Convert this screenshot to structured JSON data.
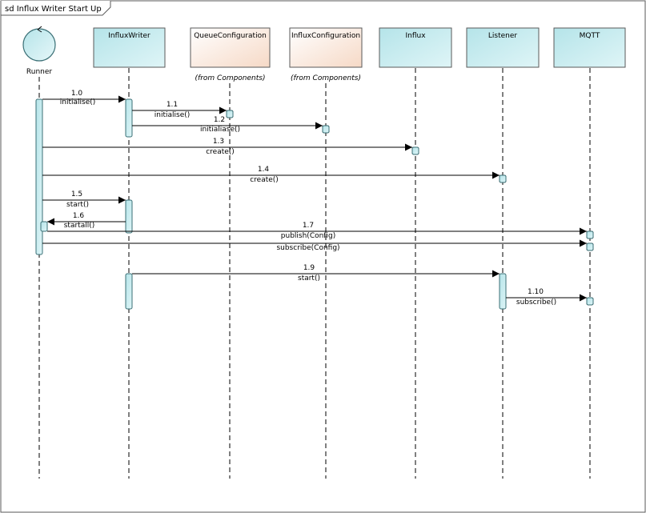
{
  "frame": {
    "title": "sd Influx Writer Start Up"
  },
  "participants": [
    {
      "id": "runner",
      "label": "Runner",
      "kind": "actor"
    },
    {
      "id": "influxwriter",
      "label": "InfluxWriter",
      "kind": "class"
    },
    {
      "id": "queueconfiguration",
      "label": "QueueConfiguration",
      "kind": "component",
      "note": "(from Components)"
    },
    {
      "id": "influxconfiguration",
      "label": "InfluxConfiguration",
      "kind": "component",
      "note": "(from Components)"
    },
    {
      "id": "influx",
      "label": "Influx",
      "kind": "class"
    },
    {
      "id": "listener",
      "label": "Listener",
      "kind": "class"
    },
    {
      "id": "mqtt",
      "label": "MQTT",
      "kind": "class"
    }
  ],
  "messages": [
    {
      "num": "1.0",
      "name": "initialise()",
      "from": "runner",
      "to": "influxwriter"
    },
    {
      "num": "1.1",
      "name": "initialise()",
      "from": "influxwriter",
      "to": "queueconfiguration"
    },
    {
      "num": "1.2",
      "name": "initialiase()",
      "from": "influxwriter",
      "to": "influxconfiguration"
    },
    {
      "num": "1.3",
      "name": "create()",
      "from": "runner",
      "to": "influx"
    },
    {
      "num": "1.4",
      "name": "create()",
      "from": "runner",
      "to": "listener"
    },
    {
      "num": "1.5",
      "name": "start()",
      "from": "runner",
      "to": "influxwriter"
    },
    {
      "num": "1.6",
      "name": "startall()",
      "from": "influxwriter",
      "to": "runner"
    },
    {
      "num": "1.7",
      "name": "publish(Config)",
      "from": "runner",
      "to": "mqtt"
    },
    {
      "num": "",
      "name": "subscribe(Config)",
      "from": "runner",
      "to": "mqtt"
    },
    {
      "num": "1.9",
      "name": "start()",
      "from": "influxwriter",
      "to": "listener"
    },
    {
      "num": "1.10",
      "name": "subscribe()",
      "from": "listener",
      "to": "mqtt"
    }
  ],
  "colors": {
    "class_fill": "#c4ecef",
    "component_fill": "#fbe7dc",
    "activation_fill": "#c4ecef",
    "line": "#000000"
  }
}
